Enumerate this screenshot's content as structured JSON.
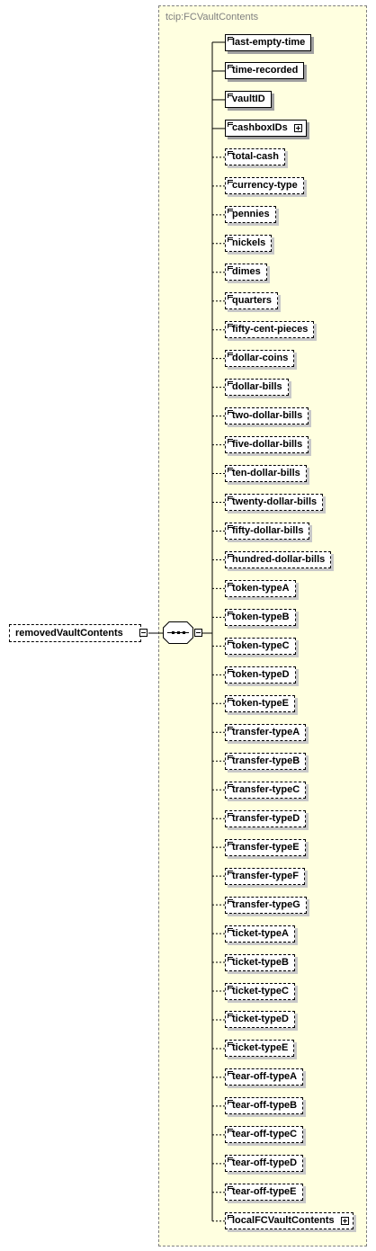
{
  "type_name": "tcip:FCVaultContents",
  "root_element": "removedVaultContents",
  "children": [
    {
      "name": "last-empty-time",
      "required": true,
      "expandable": false
    },
    {
      "name": "time-recorded",
      "required": true,
      "expandable": false
    },
    {
      "name": "vaultID",
      "required": true,
      "expandable": false
    },
    {
      "name": "cashboxIDs",
      "required": true,
      "expandable": true
    },
    {
      "name": "total-cash",
      "required": false,
      "expandable": false
    },
    {
      "name": "currency-type",
      "required": false,
      "expandable": false
    },
    {
      "name": "pennies",
      "required": false,
      "expandable": false
    },
    {
      "name": "nickels",
      "required": false,
      "expandable": false
    },
    {
      "name": "dimes",
      "required": false,
      "expandable": false
    },
    {
      "name": "quarters",
      "required": false,
      "expandable": false
    },
    {
      "name": "fifty-cent-pieces",
      "required": false,
      "expandable": false
    },
    {
      "name": "dollar-coins",
      "required": false,
      "expandable": false
    },
    {
      "name": "dollar-bills",
      "required": false,
      "expandable": false
    },
    {
      "name": "two-dollar-bills",
      "required": false,
      "expandable": false
    },
    {
      "name": "five-dollar-bills",
      "required": false,
      "expandable": false
    },
    {
      "name": "ten-dollar-bills",
      "required": false,
      "expandable": false
    },
    {
      "name": "twenty-dollar-bills",
      "required": false,
      "expandable": false
    },
    {
      "name": "fifty-dollar-bills",
      "required": false,
      "expandable": false
    },
    {
      "name": "hundred-dollar-bills",
      "required": false,
      "expandable": false
    },
    {
      "name": "token-typeA",
      "required": false,
      "expandable": false
    },
    {
      "name": "token-typeB",
      "required": false,
      "expandable": false
    },
    {
      "name": "token-typeC",
      "required": false,
      "expandable": false
    },
    {
      "name": "token-typeD",
      "required": false,
      "expandable": false
    },
    {
      "name": "token-typeE",
      "required": false,
      "expandable": false
    },
    {
      "name": "transfer-typeA",
      "required": false,
      "expandable": false
    },
    {
      "name": "transfer-typeB",
      "required": false,
      "expandable": false
    },
    {
      "name": "transfer-typeC",
      "required": false,
      "expandable": false
    },
    {
      "name": "transfer-typeD",
      "required": false,
      "expandable": false
    },
    {
      "name": "transfer-typeE",
      "required": false,
      "expandable": false
    },
    {
      "name": "transfer-typeF",
      "required": false,
      "expandable": false
    },
    {
      "name": "transfer-typeG",
      "required": false,
      "expandable": false
    },
    {
      "name": "ticket-typeA",
      "required": false,
      "expandable": false
    },
    {
      "name": "ticket-typeB",
      "required": false,
      "expandable": false
    },
    {
      "name": "ticket-typeC",
      "required": false,
      "expandable": false
    },
    {
      "name": "ticket-typeD",
      "required": false,
      "expandable": false
    },
    {
      "name": "ticket-typeE",
      "required": false,
      "expandable": false
    },
    {
      "name": "tear-off-typeA",
      "required": false,
      "expandable": false
    },
    {
      "name": "tear-off-typeB",
      "required": false,
      "expandable": false
    },
    {
      "name": "tear-off-typeC",
      "required": false,
      "expandable": false
    },
    {
      "name": "tear-off-typeD",
      "required": false,
      "expandable": false
    },
    {
      "name": "tear-off-typeE",
      "required": false,
      "expandable": false
    },
    {
      "name": "localFCVaultContents",
      "required": false,
      "expandable": true
    }
  ]
}
